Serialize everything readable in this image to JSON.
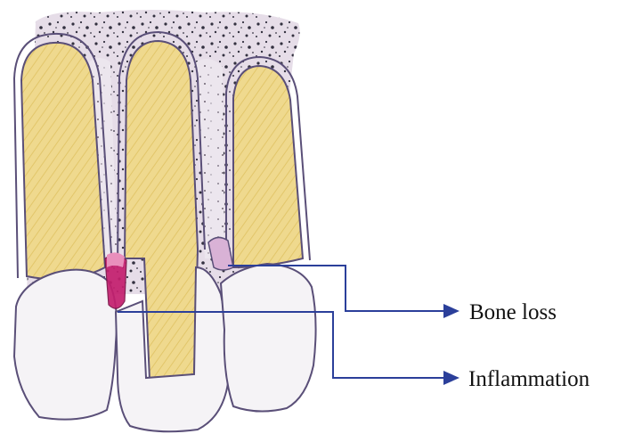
{
  "labels": {
    "bone_loss": "Bone loss",
    "inflammation": "Inflammation"
  },
  "colors": {
    "leader_line": "#2b3f9a",
    "root": "#efd98e",
    "bone": "#e6dde8",
    "bone_speckle": "#333140",
    "outline": "#5a4f78",
    "crown": "#f5f3f6",
    "inflammation": "#c41f6e",
    "background": "#ffffff"
  },
  "icons": {
    "arrowhead": "triangle-arrow-right"
  }
}
